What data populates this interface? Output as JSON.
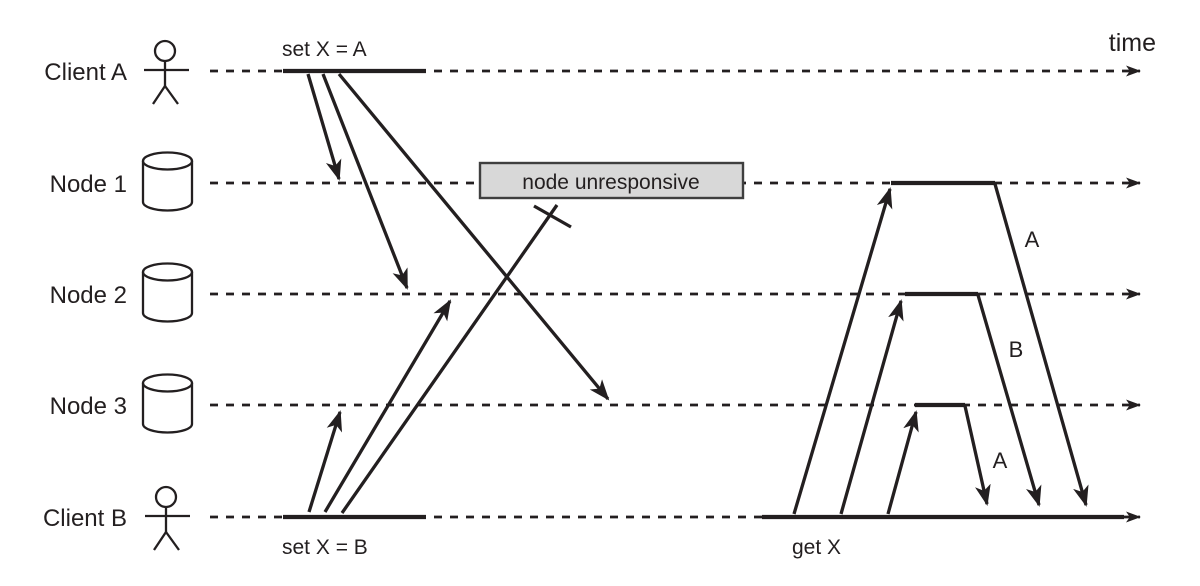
{
  "colors": {
    "ink": "#231f20",
    "background": "#ffffff",
    "unresponsive_box_fill": "#d8d8d8",
    "unresponsive_box_border": "#3f3f3f"
  },
  "time_axis": {
    "label": "time"
  },
  "lanes": [
    {
      "label": "Client A",
      "icon": "person-icon"
    },
    {
      "label": "Node 1",
      "icon": "database-icon"
    },
    {
      "label": "Node 2",
      "icon": "database-icon"
    },
    {
      "label": "Node 3",
      "icon": "database-icon"
    },
    {
      "label": "Client B",
      "icon": "person-icon"
    }
  ],
  "operations": {
    "write_a_label": "set X = A",
    "write_b_label": "set X = B",
    "read_label": "get X"
  },
  "status": {
    "node_unresponsive_label": "node unresponsive"
  },
  "read_responses": [
    {
      "label": "A"
    },
    {
      "label": "B"
    },
    {
      "label": "A"
    }
  ]
}
